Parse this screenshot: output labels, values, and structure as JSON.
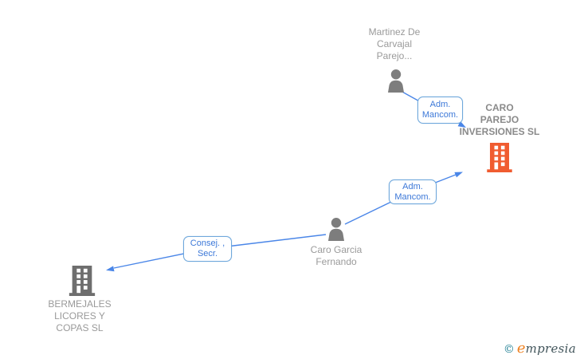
{
  "colors": {
    "edge": "#4a86e8",
    "box_border": "#6fa8dc",
    "box_text": "#3c78d8",
    "person": "#7d7d7d",
    "building_gray": "#6e6e6e",
    "building_orange": "#f05c30",
    "label_gray": "#9a9a9a",
    "company_bold_gray": "#8a8a8a",
    "logo_copy": "#1f7f93",
    "logo_e": "#ef8222",
    "logo_rest": "#41545a"
  },
  "nodes": {
    "martinez": {
      "type": "person",
      "lines": [
        "Martinez De",
        "Carvajal",
        "Parejo..."
      ]
    },
    "caro_parejo": {
      "type": "company",
      "lines": [
        "CARO",
        "PAREJO",
        "INVERSIONES SL"
      ]
    },
    "caro_garcia": {
      "type": "person",
      "lines": [
        "Caro Garcia",
        "Fernando"
      ]
    },
    "bermejales": {
      "type": "company",
      "lines": [
        "BERMEJALES",
        "LICORES Y",
        "COPAS SL"
      ]
    }
  },
  "edges": {
    "adm_mancom_top": {
      "label_lines": [
        "Adm.",
        "Mancom."
      ]
    },
    "adm_mancom_mid": {
      "label_lines": [
        "Adm.",
        "Mancom."
      ]
    },
    "consej_secr": {
      "label_lines": [
        "Consej. ,",
        "Secr."
      ]
    }
  },
  "footer": {
    "copyright": "©",
    "logo_e": "e",
    "logo_rest": "mpresia"
  }
}
